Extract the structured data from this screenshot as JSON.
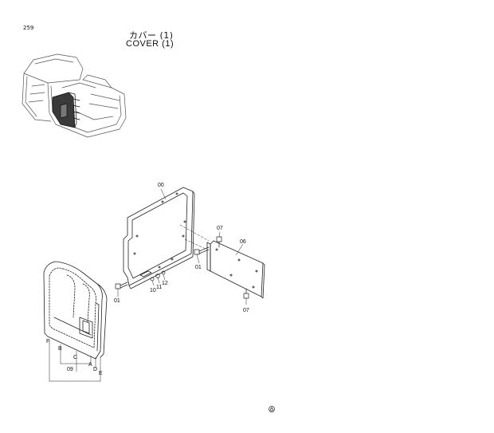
{
  "page": {
    "number": "259"
  },
  "title": {
    "jp": "カバー (1)",
    "en": "COVER (1)"
  },
  "parts": {
    "p00": "00",
    "p01a": "01",
    "p01b": "01",
    "p06": "06",
    "p07a": "07",
    "p07b": "07",
    "p09": "09",
    "p10": "10",
    "p11": "11",
    "p12": "12",
    "A": "A",
    "B": "B",
    "C": "C",
    "D": "D",
    "E": "E",
    "F": "F"
  }
}
